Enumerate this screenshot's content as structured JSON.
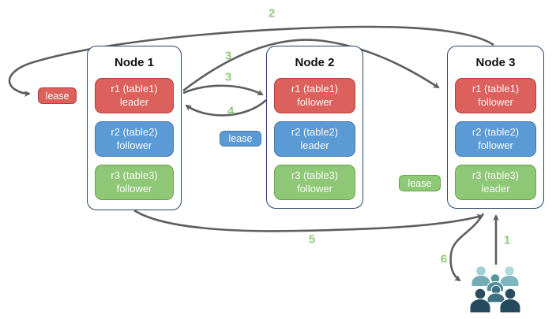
{
  "nodes": [
    {
      "title": "Node 1",
      "replicas": [
        {
          "name": "r1 (table1)",
          "role": "leader",
          "color": "red"
        },
        {
          "name": "r2 (table2)",
          "role": "follower",
          "color": "blue"
        },
        {
          "name": "r3 (table3)",
          "role": "follower",
          "color": "green"
        }
      ]
    },
    {
      "title": "Node 2",
      "replicas": [
        {
          "name": "r1 (table1)",
          "role": "follower",
          "color": "red"
        },
        {
          "name": "r2 (table2)",
          "role": "leader",
          "color": "blue"
        },
        {
          "name": "r3 (table3)",
          "role": "follower",
          "color": "green"
        }
      ]
    },
    {
      "title": "Node 3",
      "replicas": [
        {
          "name": "r1 (table1)",
          "role": "follower",
          "color": "red"
        },
        {
          "name": "r2 (table2)",
          "role": "follower",
          "color": "blue"
        },
        {
          "name": "r3 (table3)",
          "role": "leader",
          "color": "green"
        }
      ]
    }
  ],
  "leases": {
    "left": {
      "label": "lease",
      "color": "red"
    },
    "middle": {
      "label": "lease",
      "color": "blue"
    },
    "right": {
      "label": "lease",
      "color": "green"
    }
  },
  "steps": {
    "s1": "1",
    "s2": "2",
    "s3_long": "3",
    "s3_short": "3",
    "s4": "4",
    "s5": "5",
    "s6": "6"
  },
  "icons": {
    "users": "users-group-icon"
  },
  "colors": {
    "replica_red": "#dc605b",
    "replica_red_border": "#b33f3b",
    "replica_blue": "#5b9bd5",
    "replica_blue_border": "#4577a9",
    "replica_green": "#8ec877",
    "replica_green_border": "#6ca24f",
    "node_border": "#26456b",
    "arrow_gray": "#5e5e5e",
    "step_label_green": "#92c978"
  }
}
